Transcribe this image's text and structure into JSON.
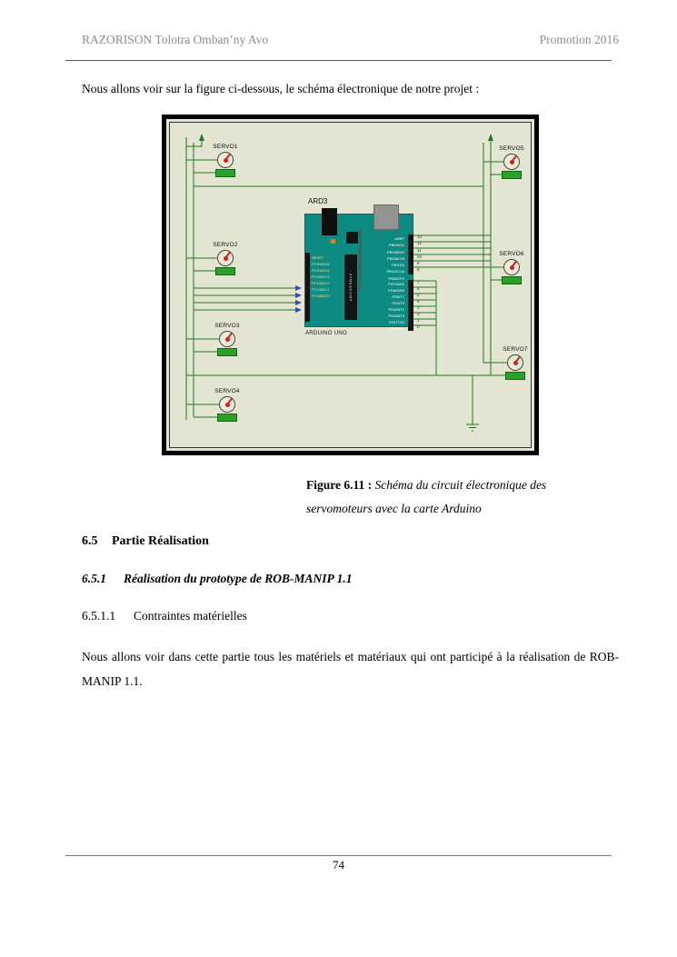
{
  "header": {
    "left": "RAZORISON Tolotra Omban’ny Avo",
    "right": "Promotion 2016"
  },
  "body": {
    "intro": "Nous allons voir sur la figure ci-dessous, le schéma électronique de notre projet :",
    "sections": [
      {
        "number": "6.5",
        "title": "Partie Réalisation"
      },
      {
        "number": "6.5.1",
        "title": "Réalisation du prototype de ROB-MANIP 1.1"
      },
      {
        "number": "6.5.1.1",
        "title": "Contraintes matérielles"
      }
    ],
    "paragraph": "Nous allons voir dans cette partie tous les matériels et matériaux qui ont participé à la réalisation de ROB-MANIP 1.1."
  },
  "figure": {
    "caption_label": "Figure 6.11 :",
    "caption_line1": "Schéma du circuit électronique des",
    "caption_line2": "servomoteurs avec la carte Arduino"
  },
  "schematic": {
    "board": {
      "ref": "ARD3",
      "name": "ARDUINO UNO",
      "url": "www.TheEngineeringProjects.com",
      "chip": "ATMEGA328P",
      "left_pins": [
        "RESET",
        "PC5/ADC5",
        "PC4/ADC4",
        "PC3/ADC3",
        "PC2/ADC2",
        "PC1/ADC1",
        "PC0/ADC0"
      ],
      "right_pins_top": [
        "AREF",
        "PB5/SCK",
        "PB4/MISO",
        "PB3/MOSI",
        "PB2/SS",
        "PB1/OC1A",
        "PB0/ICP1"
      ],
      "right_pins_bottom": [
        "PD7/AIN1",
        "PD6/AIN0",
        "PD5/T1",
        "PD4/T0",
        "PD3/INT1",
        "PD2/INT0",
        "PD1/TXD",
        "PD0/RXD"
      ],
      "pin_numbers_top": [
        "13",
        "12",
        "11",
        "10",
        "9",
        "8"
      ],
      "pin_numbers_bottom": [
        "7",
        "6",
        "5",
        "4",
        "3",
        "2",
        "1",
        "0"
      ]
    },
    "servos": [
      {
        "name": "SERVO1"
      },
      {
        "name": "SERVO2"
      },
      {
        "name": "SERVO3"
      },
      {
        "name": "SERVO4"
      },
      {
        "name": "SERVO5"
      },
      {
        "name": "SERVO6"
      },
      {
        "name": "SERVO7"
      }
    ],
    "colors": {
      "canvas_beige": "#e4e4d2",
      "board_teal": "#0d8b82",
      "wire_green": "#1f7a1f",
      "servo_red": "#cc2020",
      "servo_base_green": "#2ba02b"
    }
  },
  "footer": {
    "page_number": "74"
  }
}
